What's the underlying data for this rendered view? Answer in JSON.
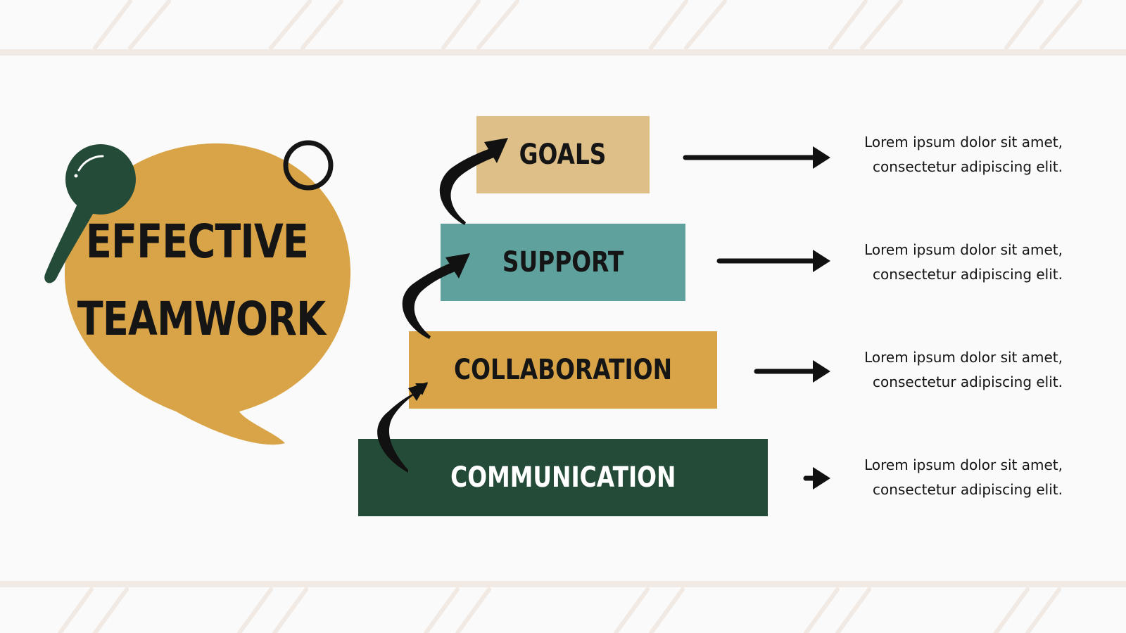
{
  "title": {
    "line1": "EFFECTIVE",
    "line2": "TEAMWORK"
  },
  "colors": {
    "background": "#fafafa",
    "band_stripe": "#f1e9e3",
    "bubble": "#d9a447",
    "pin": "#244a38",
    "goals": "#dfbf88",
    "support": "#5ea19d",
    "collaboration": "#d9a447",
    "communication": "#244a38",
    "text_dark": "#151515",
    "text_light": "#ffffff"
  },
  "steps": [
    {
      "label": "GOALS",
      "icon": "arrow-right-icon"
    },
    {
      "label": "SUPPORT",
      "icon": "arrow-right-icon"
    },
    {
      "label": "COLLABORATION",
      "icon": "arrow-right-icon"
    },
    {
      "label": "COMMUNICATION",
      "icon": "arrow-right-icon"
    }
  ],
  "descriptions": [
    {
      "line1": "Lorem ipsum dolor sit amet,",
      "line2": "consectetur adipiscing elit."
    },
    {
      "line1": "Lorem ipsum dolor sit amet,",
      "line2": "consectetur adipiscing elit."
    },
    {
      "line1": "Lorem ipsum dolor sit amet,",
      "line2": "consectetur adipiscing elit."
    },
    {
      "line1": "Lorem ipsum dolor sit amet,",
      "line2": "consectetur adipiscing elit."
    }
  ],
  "decorations": {
    "pin": "pushpin-icon",
    "ring": "ring-icon",
    "curved_arrows": "curved-arrow-icon"
  }
}
